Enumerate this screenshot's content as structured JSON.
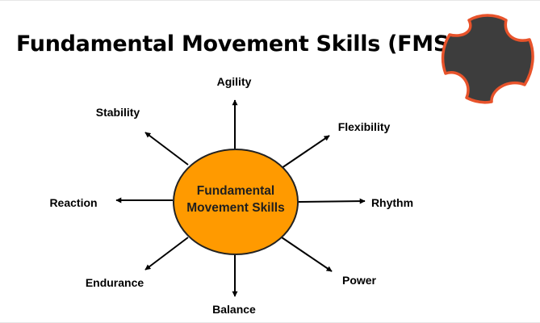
{
  "title": "Fundamental Movement Skills (FMS)",
  "center": {
    "lines": [
      "Fundamental",
      "Movement Skills"
    ]
  },
  "skills": {
    "agility": "Agility",
    "flexibility": "Flexibility",
    "rhythm": "Rhythm",
    "power": "Power",
    "balance": "Balance",
    "endurance": "Endurance",
    "reaction": "Reaction",
    "stability": "Stability"
  },
  "colors": {
    "center_fill": "#FF9A00",
    "outline": "#222222",
    "logo_body": "#3d3d3d",
    "logo_rim": "#e8532b"
  },
  "logo": {
    "icon": "shield-emblem-icon"
  }
}
